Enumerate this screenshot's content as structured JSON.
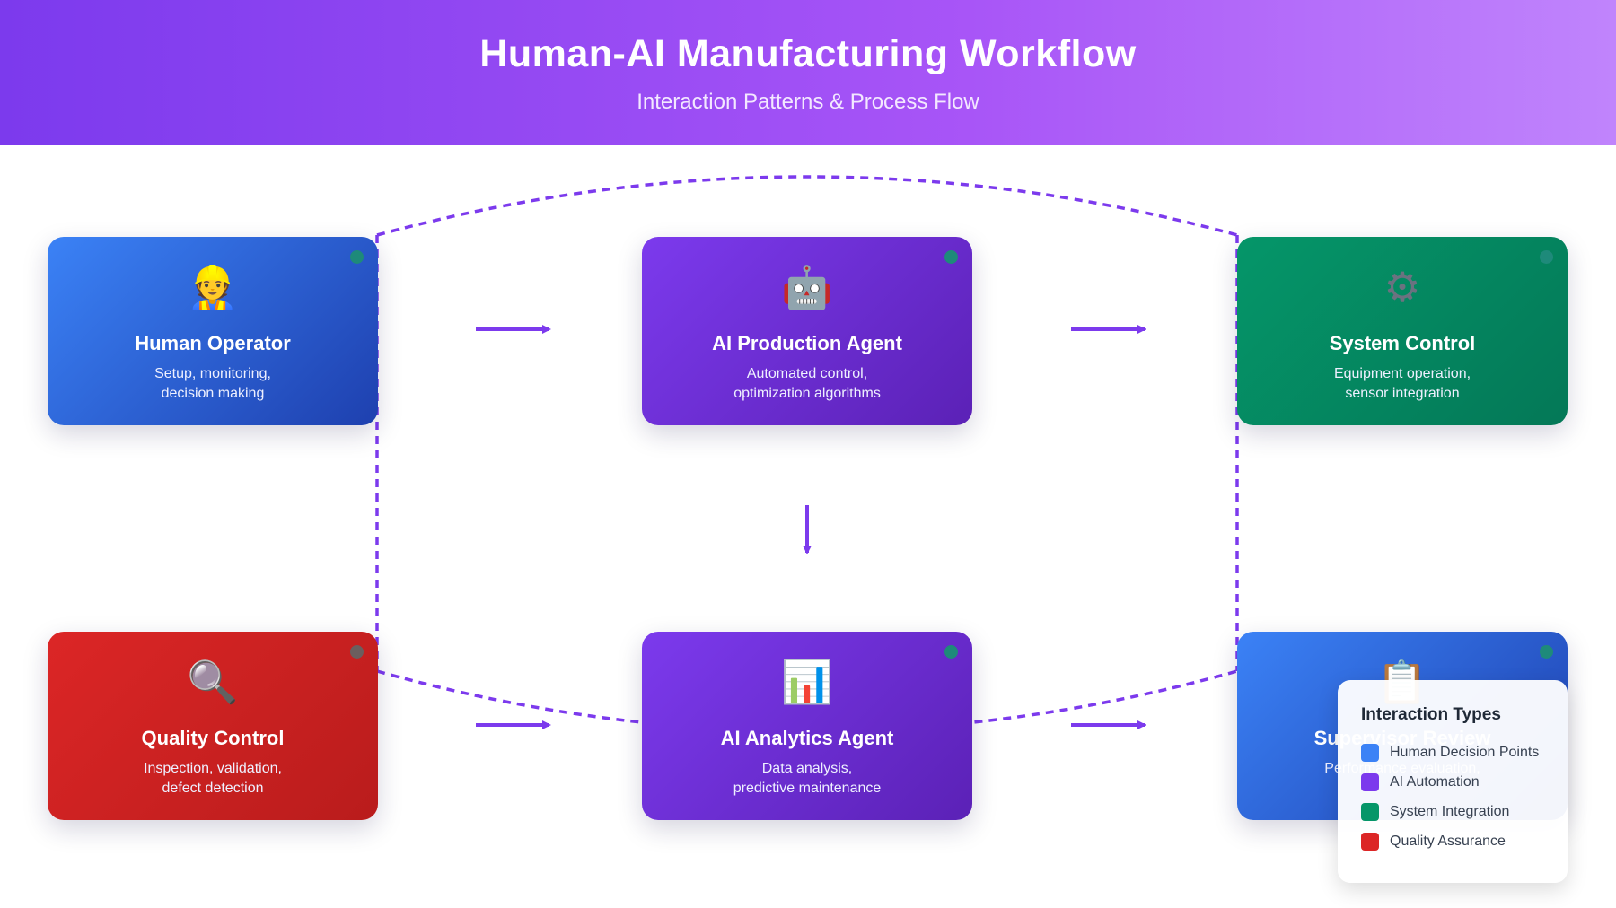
{
  "header": {
    "title": "Human-AI Manufacturing Workflow",
    "subtitle": "Interaction Patterns & Process Flow"
  },
  "colors": {
    "blue": "#3b82f6",
    "purple": "#7c3aed",
    "green": "#059669",
    "red": "#dc2626",
    "connector": "#7c3aed"
  },
  "nodes": {
    "human_operator": {
      "icon": "construction-worker-icon",
      "title": "Human Operator",
      "desc_line1": "Setup, monitoring,",
      "desc_line2": "decision making"
    },
    "ai_production": {
      "icon": "robot-icon",
      "title": "AI Production Agent",
      "desc_line1": "Automated control,",
      "desc_line2": "optimization algorithms"
    },
    "system_control": {
      "icon": "gear-icon",
      "title": "System Control",
      "desc_line1": "Equipment operation,",
      "desc_line2": "sensor integration"
    },
    "quality_control": {
      "icon": "magnifier-icon",
      "title": "Quality Control",
      "desc_line1": "Inspection, validation,",
      "desc_line2": "defect detection"
    },
    "ai_analytics": {
      "icon": "bar-chart-icon",
      "title": "AI Analytics Agent",
      "desc_line1": "Data analysis,",
      "desc_line2": "predictive maintenance"
    },
    "supervisor_review": {
      "icon": "clipboard-icon",
      "title": "Supervisor Review",
      "desc_line1": "Performance evaluation,",
      "desc_line2": ""
    }
  },
  "legend": {
    "title": "Interaction Types",
    "items": [
      {
        "label": "Human Decision Points",
        "color": "#3b82f6"
      },
      {
        "label": "AI Automation",
        "color": "#7c3aed"
      },
      {
        "label": "System Integration",
        "color": "#059669"
      },
      {
        "label": "Quality Assurance",
        "color": "#dc2626"
      }
    ]
  }
}
